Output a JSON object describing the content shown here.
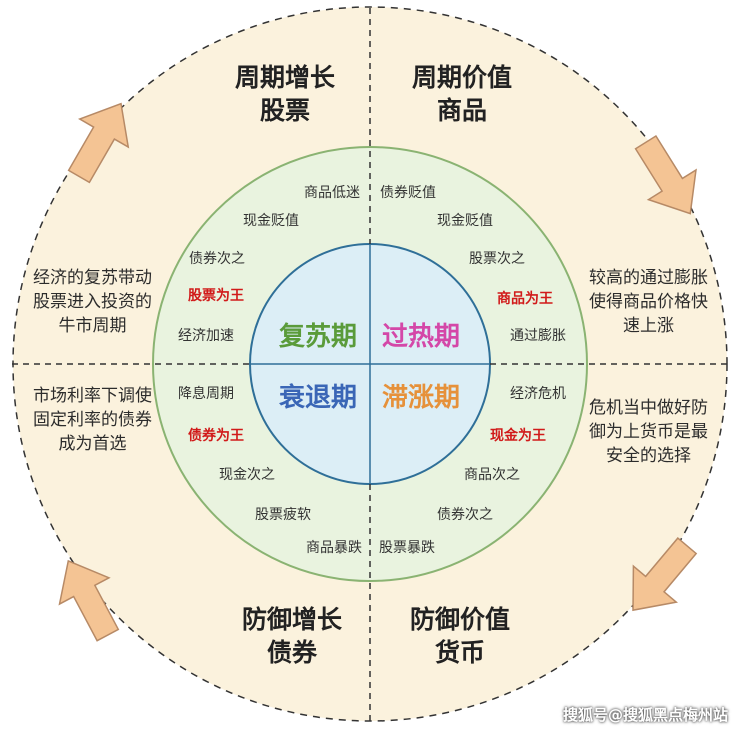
{
  "colors": {
    "outer_fill": "#fbf2dd",
    "ring_fill": "#e9f3df",
    "ring_border": "#8ab372",
    "center_fill": "#dceef6",
    "arrow_fill": "#f4c494",
    "arrow_stroke": "#b78a66",
    "divider": "#333333",
    "recovery": "#5a9b3a",
    "overheat": "#d447a8",
    "recession": "#3a66b6",
    "stagflation": "#e6913a",
    "highlight": "#d11a1a"
  },
  "quadrant_titles": {
    "top_left": [
      "周期增长",
      "股票"
    ],
    "top_right": [
      "周期价值",
      "商品"
    ],
    "bottom_left": [
      "防御增长",
      "债券"
    ],
    "bottom_right": [
      "防御价值",
      "货币"
    ]
  },
  "phases": {
    "recovery": "复苏期",
    "overheat": "过热期",
    "recession": "衰退期",
    "stagflation": "滞涨期"
  },
  "ring_items": {
    "recovery": [
      "商品低迷",
      "现金贬值",
      "债券次之",
      "股票为王",
      "经济加速"
    ],
    "overheat": [
      "债券贬值",
      "现金贬值",
      "股票次之",
      "商品为王",
      "通过膨胀"
    ],
    "recession": [
      "降息周期",
      "债券为王",
      "现金次之",
      "股票疲软",
      "商品暴跌"
    ],
    "stagflation": [
      "经济危机",
      "现金为王",
      "商品次之",
      "债券次之",
      "股票暴跌"
    ]
  },
  "notes": {
    "left_top": "经济的复苏带动股票进入投资的牛市周期",
    "right_top": "较高的通过膨胀使得商品价格快速上涨",
    "left_bottom": "市场利率下调使固定利率的债券成为首选",
    "right_bottom": "危机当中做好防御为上货币是最安全的选择"
  },
  "watermark": "搜狐号@搜狐黑点梅州站"
}
